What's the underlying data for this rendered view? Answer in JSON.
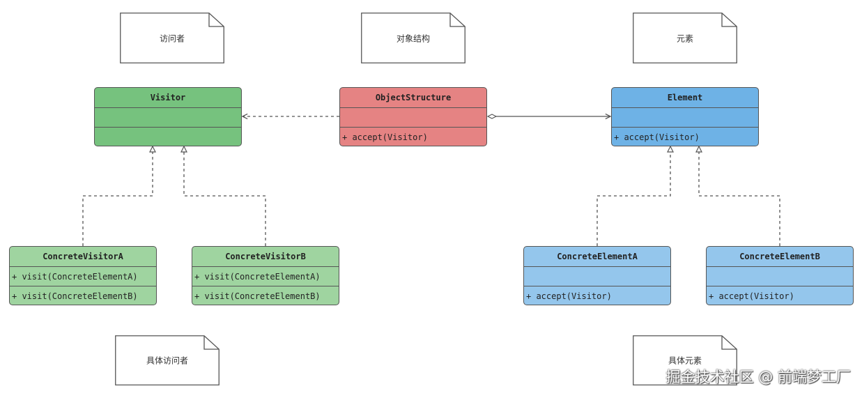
{
  "notes": {
    "visitor": "访问者",
    "object_structure": "对象结构",
    "element": "元素",
    "concrete_visitor": "具体访问者",
    "concrete_element": "具体元素"
  },
  "classes": {
    "visitor": {
      "name": "Visitor",
      "members": [
        "",
        ""
      ]
    },
    "object_structure": {
      "name": "ObjectStructure",
      "members": [
        "",
        "+ accept(Visitor)"
      ]
    },
    "element": {
      "name": "Element",
      "members": [
        "",
        "+ accept(Visitor)"
      ]
    },
    "concrete_visitor_a": {
      "name": "ConcreteVisitorA",
      "members": [
        "+ visit(ConcreteElementA)",
        "+ visit(ConcreteElementB)"
      ]
    },
    "concrete_visitor_b": {
      "name": "ConcreteVisitorB",
      "members": [
        "+ visit(ConcreteElementA)",
        "+ visit(ConcreteElementB)"
      ]
    },
    "concrete_element_a": {
      "name": "ConcreteElementA",
      "members": [
        "",
        "+ accept(Visitor)"
      ]
    },
    "concrete_element_b": {
      "name": "ConcreteElementB",
      "members": [
        "",
        "+ accept(Visitor)"
      ]
    }
  },
  "colors": {
    "visitor": "#76c27e",
    "concrete_visitor": "#9fd4a0",
    "object_structure": "#e58383",
    "element": "#6eb2e6",
    "concrete_element": "#94c6ec",
    "stroke": "#555555"
  },
  "watermark": "掘金技术社区 @ 前端梦工厂"
}
